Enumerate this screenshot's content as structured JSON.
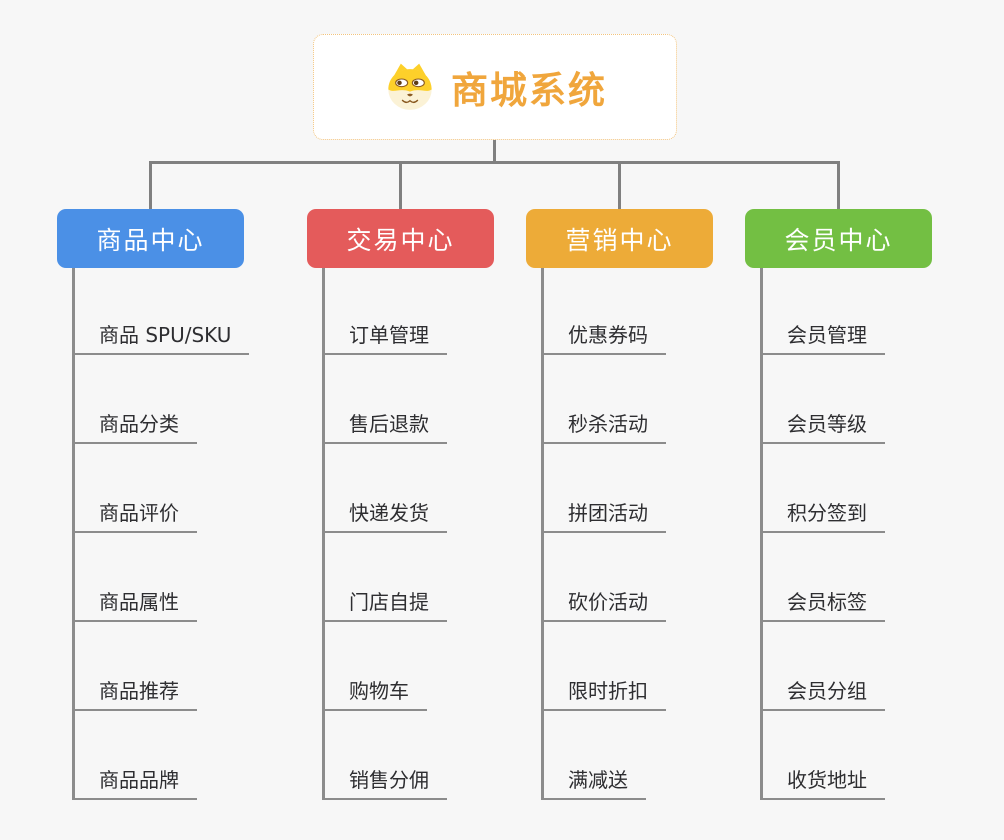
{
  "root": {
    "title": "商城系统",
    "icon": "dog-face-icon",
    "text_color": "#f0a63c",
    "border_color": "#f2c47e"
  },
  "colors": {
    "connector": "#808080",
    "leaf_line": "#8c8c8c",
    "background": "#f7f7f7"
  },
  "branches": [
    {
      "label": "商品中心",
      "color": "#4b90e6",
      "children": [
        "商品 SPU/SKU",
        "商品分类",
        "商品评价",
        "商品属性",
        "商品推荐",
        "商品品牌"
      ]
    },
    {
      "label": "交易中心",
      "color": "#e45b5b",
      "children": [
        "订单管理",
        "售后退款",
        "快递发货",
        "门店自提",
        "购物车",
        "销售分佣"
      ]
    },
    {
      "label": "营销中心",
      "color": "#edab38",
      "children": [
        "优惠券码",
        "秒杀活动",
        "拼团活动",
        "砍价活动",
        "限时折扣",
        "满减送"
      ]
    },
    {
      "label": "会员中心",
      "color": "#73bf43",
      "children": [
        "会员管理",
        "会员等级",
        "积分签到",
        "会员标签",
        "会员分组",
        "收货地址"
      ]
    }
  ]
}
